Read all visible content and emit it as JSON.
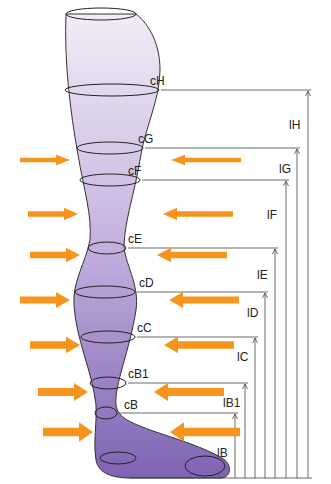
{
  "diagram": {
    "labels": [
      "cH",
      "lH",
      "cG",
      "lG",
      "cF",
      "lF",
      "cE",
      "lE",
      "cD",
      "lD",
      "cC",
      "lC",
      "cB1",
      "lB1",
      "cB",
      "lB"
    ]
  }
}
